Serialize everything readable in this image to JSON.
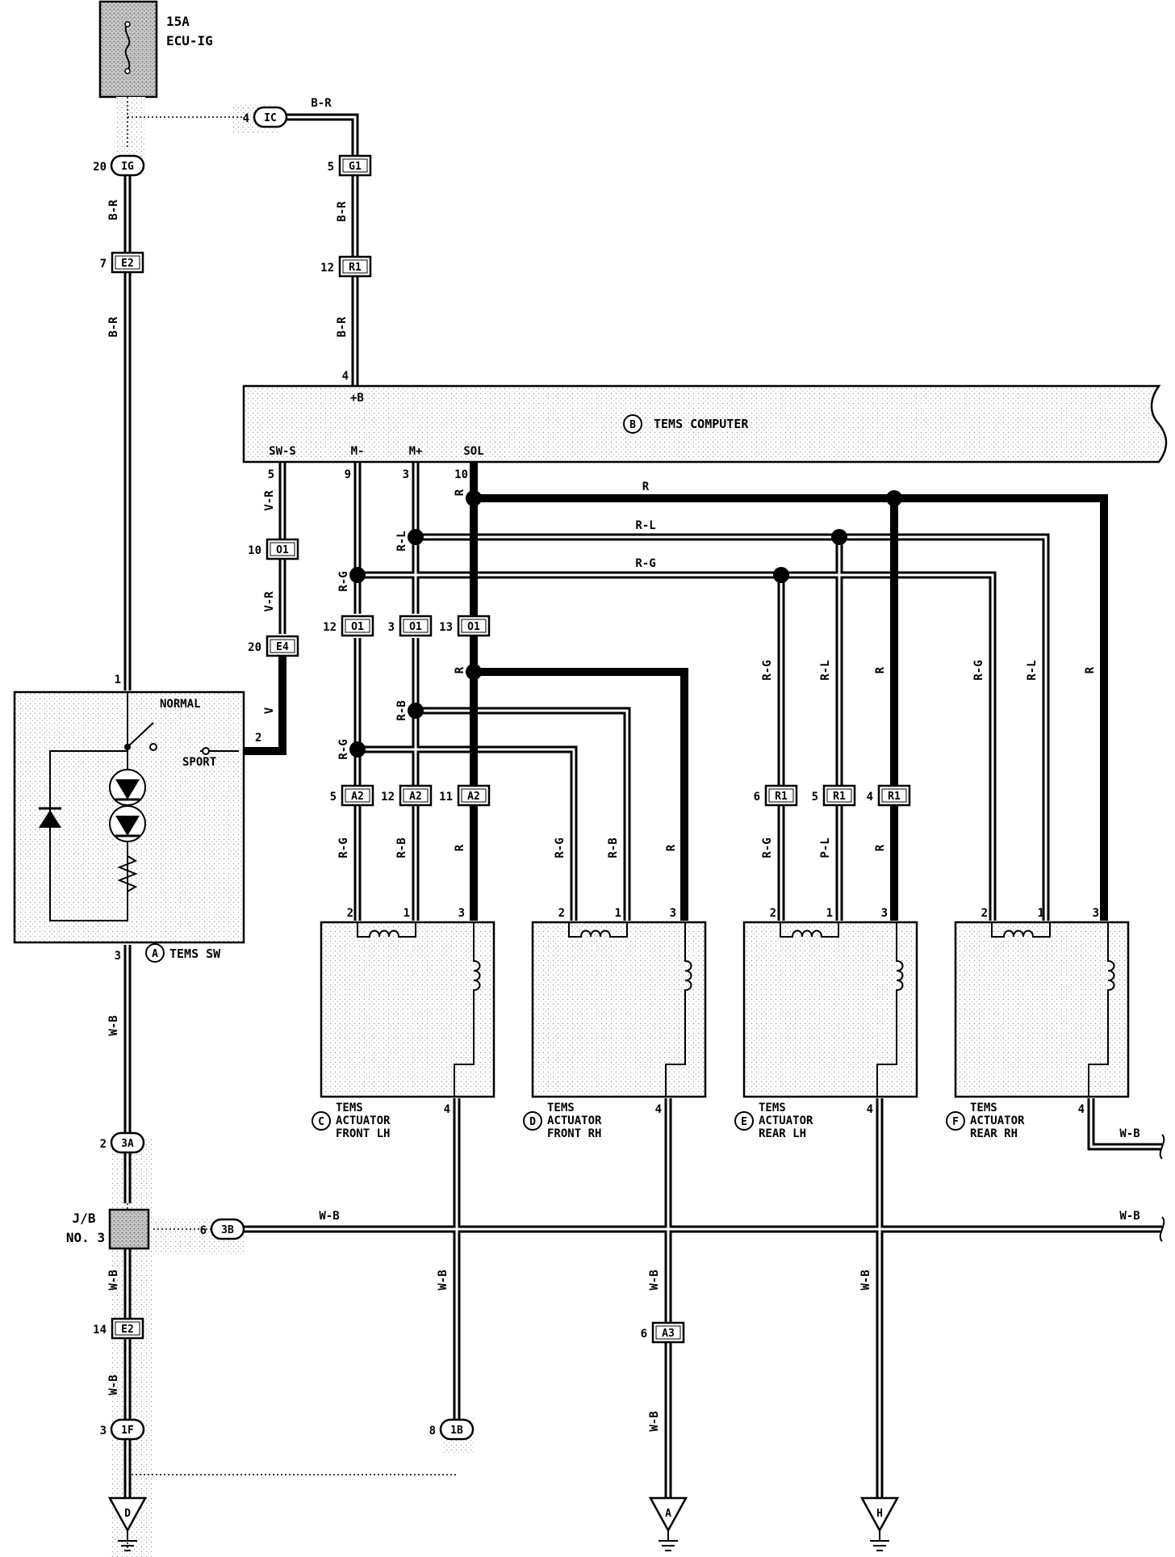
{
  "fuse": {
    "rating": "15A",
    "name": "ECU-IG"
  },
  "components": {
    "A": {
      "letter": "A",
      "name": "TEMS SW",
      "switch_normal": "NORMAL",
      "switch_sport": "SPORT"
    },
    "B": {
      "letter": "B",
      "name": "TEMS COMPUTER"
    },
    "C": {
      "letter": "C",
      "lines": [
        "TEMS",
        "ACTUATOR",
        "FRONT LH"
      ]
    },
    "D": {
      "letter": "D",
      "lines": [
        "TEMS",
        "ACTUATOR",
        "FRONT RH"
      ]
    },
    "E": {
      "letter": "E",
      "lines": [
        "TEMS",
        "ACTUATOR",
        "REAR LH"
      ]
    },
    "F": {
      "letter": "F",
      "lines": [
        "TEMS",
        "ACTUATOR",
        "REAR RH"
      ]
    }
  },
  "computer_pins": {
    "plus_b": {
      "num": "4",
      "name": "+B"
    },
    "sw_s": {
      "num": "5",
      "name": "SW-S"
    },
    "m_minus": {
      "num": "9",
      "name": "M-"
    },
    "m_plus": {
      "num": "3",
      "name": "M+"
    },
    "sol": {
      "num": "10",
      "name": "SOL"
    }
  },
  "connectors": {
    "IG": {
      "code": "IG",
      "pin": "20"
    },
    "IC": {
      "code": "IC",
      "pin": "4"
    },
    "G1": {
      "code": "G1",
      "pin": "5"
    },
    "E2_top": {
      "code": "E2",
      "pin": "7"
    },
    "R1_top": {
      "code": "R1",
      "pin": "12"
    },
    "O1_sw": {
      "code": "O1",
      "pin": "10"
    },
    "E4": {
      "code": "E4",
      "pin": "20"
    },
    "O1_a": {
      "code": "O1",
      "pin": "12"
    },
    "O1_b": {
      "code": "O1",
      "pin": "3"
    },
    "O1_c": {
      "code": "O1",
      "pin": "13"
    },
    "A2_a": {
      "code": "A2",
      "pin": "5"
    },
    "A2_b": {
      "code": "A2",
      "pin": "12"
    },
    "A2_c": {
      "code": "A2",
      "pin": "11"
    },
    "R1_a": {
      "code": "R1",
      "pin": "6"
    },
    "R1_b": {
      "code": "R1",
      "pin": "5"
    },
    "R1_c": {
      "code": "R1",
      "pin": "4"
    },
    "3A": {
      "code": "3A",
      "pin": "2"
    },
    "3B": {
      "code": "3B",
      "pin": "6"
    },
    "E2_low": {
      "code": "E2",
      "pin": "14"
    },
    "1F": {
      "code": "1F",
      "pin": "3"
    },
    "1B": {
      "code": "1B",
      "pin": "8"
    },
    "A3": {
      "code": "A3",
      "pin": "6"
    }
  },
  "jb": {
    "line1": "J/B",
    "line2": "NO. 3"
  },
  "ground_points": {
    "D": "D",
    "A": "A",
    "H": "H"
  },
  "switch_pins": {
    "p1": "1",
    "p2": "2",
    "p3": "3"
  },
  "actuator_pins": {
    "p1": "1",
    "p2": "2",
    "p3": "3",
    "p4": "4"
  },
  "wire_colors": {
    "br": "B-R",
    "vr": "V-R",
    "v": "V",
    "rg": "R-G",
    "rl": "R-L",
    "r": "R",
    "rb": "R-B",
    "pl": "P-L",
    "wb": "W-B"
  },
  "colors": {
    "ink": "#000000",
    "shade": "#d9d9d9",
    "paper": "#ffffff"
  }
}
